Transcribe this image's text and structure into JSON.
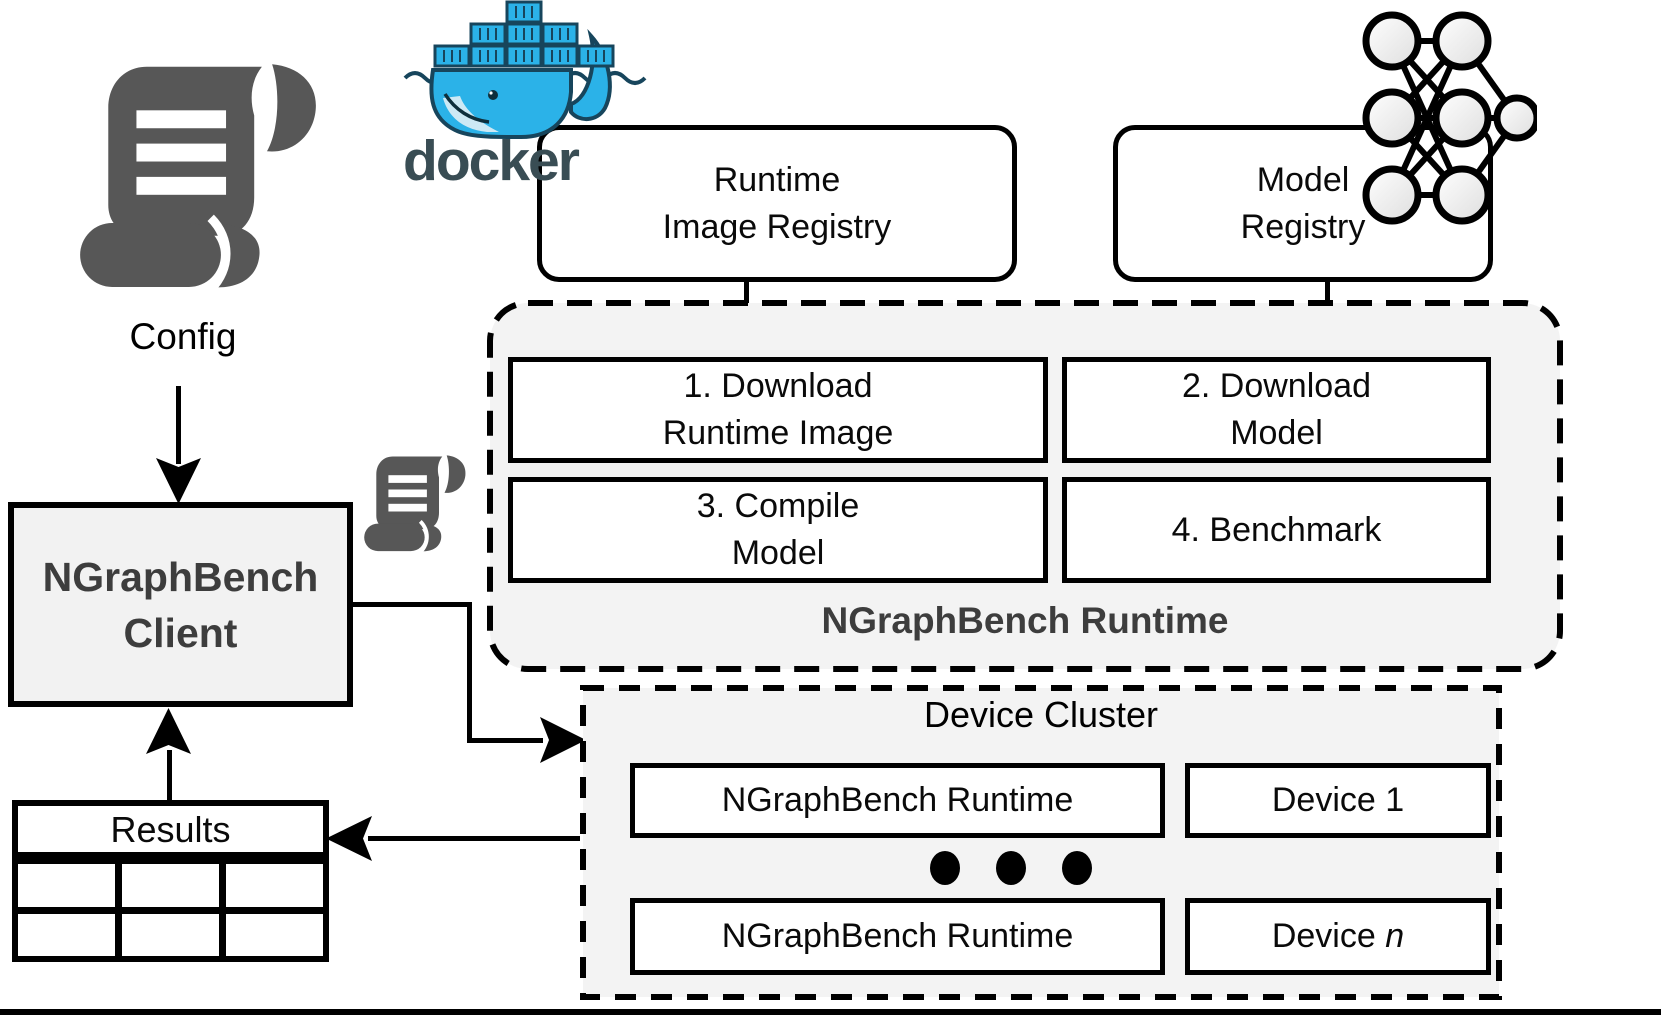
{
  "colors": {
    "docker_blue": "#2bb2e8",
    "docker_outline": "#17455c",
    "docker_wordmark": "#394d54",
    "icon_gray": "#575757",
    "label_gray": "#3d3d3d",
    "panel_fill": "#f3f3f3",
    "client_fill": "#f2f2f2",
    "line_black": "#000000"
  },
  "config": {
    "label": "Config"
  },
  "docker": {
    "wordmark": "docker"
  },
  "registries": {
    "runtime_image": {
      "line1": "Runtime",
      "line2": "Image Registry"
    },
    "model": {
      "line1": "Model",
      "line2": "Registry"
    }
  },
  "runtime_container": {
    "label": "NGraphBench Runtime",
    "steps": [
      {
        "line1": "1. Download",
        "line2": "Runtime Image"
      },
      {
        "line1": "2. Download",
        "line2": "Model"
      },
      {
        "line1": "3. Compile",
        "line2": "Model"
      },
      {
        "line1": "4. Benchmark",
        "line2": ""
      }
    ]
  },
  "client": {
    "line1": "NGraphBench",
    "line2": "Client"
  },
  "results": {
    "label": "Results",
    "table": {
      "rows": 2,
      "cols": 3
    }
  },
  "cluster": {
    "title": "Device Cluster",
    "rows": [
      {
        "runtime": "NGraphBench Runtime",
        "device": "Device 1",
        "device_italic": ""
      },
      {
        "runtime": "NGraphBench Runtime",
        "device": "Device ",
        "device_italic": "n"
      }
    ]
  }
}
